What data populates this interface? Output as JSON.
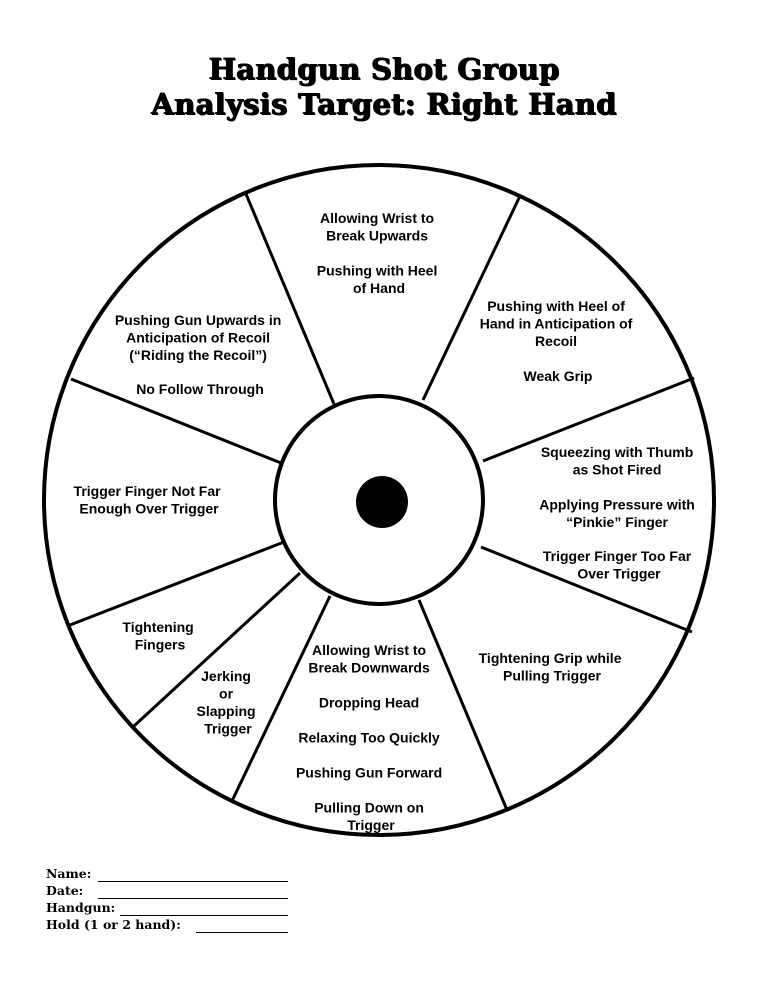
{
  "title": {
    "line1": "Handgun Shot Group",
    "line2": "Analysis Target: Right Hand"
  },
  "segments": [
    {
      "id": "top",
      "lines": [
        "Allowing Wrist to",
        "Break Upwards",
        "",
        "Pushing with Heel",
        "of Hand"
      ]
    },
    {
      "id": "upper-right",
      "lines": [
        "Pushing with Heel of",
        "Hand in Anticipation of",
        "Recoil",
        "",
        "Weak Grip"
      ]
    },
    {
      "id": "right",
      "lines": [
        "Squeezing with Thumb",
        "as Shot Fired",
        "",
        "Applying Pressure with",
        "“Pinkie” Finger",
        "",
        "Trigger Finger Too Far",
        "Over Trigger"
      ]
    },
    {
      "id": "lower-right",
      "lines": [
        "Tightening Grip while",
        "Pulling Trigger"
      ]
    },
    {
      "id": "bottom",
      "lines": [
        "Allowing Wrist to",
        "Break Downwards",
        "",
        "Dropping Head",
        "",
        "Relaxing Too Quickly",
        "",
        "Pushing Gun Forward",
        "",
        "Pulling Down on",
        "Trigger"
      ]
    },
    {
      "id": "lower-left-inner",
      "lines": [
        "Jerking",
        "or",
        "Slapping",
        "Trigger"
      ]
    },
    {
      "id": "lower-left-outer",
      "lines": [
        "Tightening",
        "Fingers"
      ]
    },
    {
      "id": "left",
      "lines": [
        "Trigger Finger Not Far",
        "Enough Over Trigger"
      ]
    },
    {
      "id": "upper-left",
      "lines": [
        "Pushing Gun Upwards in",
        "Anticipation of Recoil",
        "(“Riding the Recoil”)",
        "",
        "No Follow Through"
      ]
    }
  ],
  "form": {
    "name_label": "Name:",
    "date_label": "Date:",
    "handgun_label": "Handgun:",
    "hold_label": "Hold (1 or 2 hand):"
  }
}
